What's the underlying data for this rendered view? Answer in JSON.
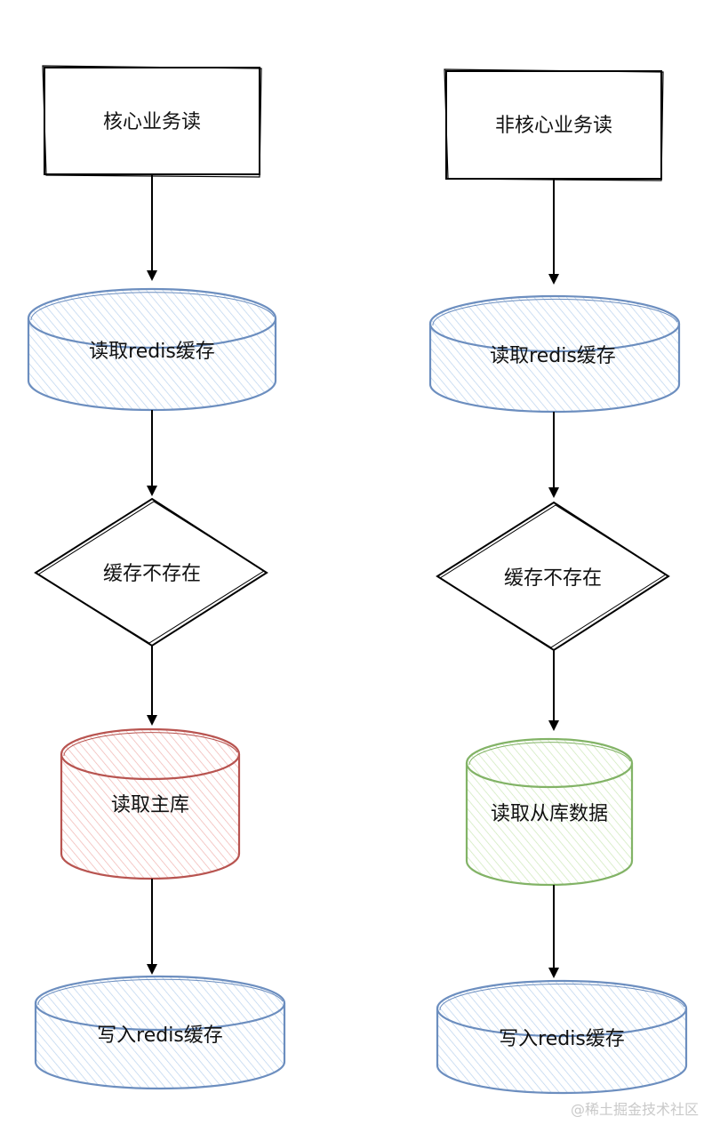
{
  "left": {
    "start": "核心业务读",
    "read_cache": "读取redis缓存",
    "cache_miss": "缓存不存在",
    "read_db": "读取主库",
    "write_cache": "写入redis缓存"
  },
  "right": {
    "start": "非核心业务读",
    "read_cache": "读取redis缓存",
    "cache_miss": "缓存不存在",
    "read_db": "读取从库数据",
    "write_cache": "写入redis缓存"
  },
  "colors": {
    "blue_stroke": "#6c8ebf",
    "blue_hatch": "#b9d2ee",
    "red_stroke": "#b85450",
    "red_hatch": "#f0b4b0",
    "green_stroke": "#82b366",
    "green_hatch": "#cde8b8",
    "line": "#000000"
  },
  "watermark": "@稀土掘金技术社区"
}
